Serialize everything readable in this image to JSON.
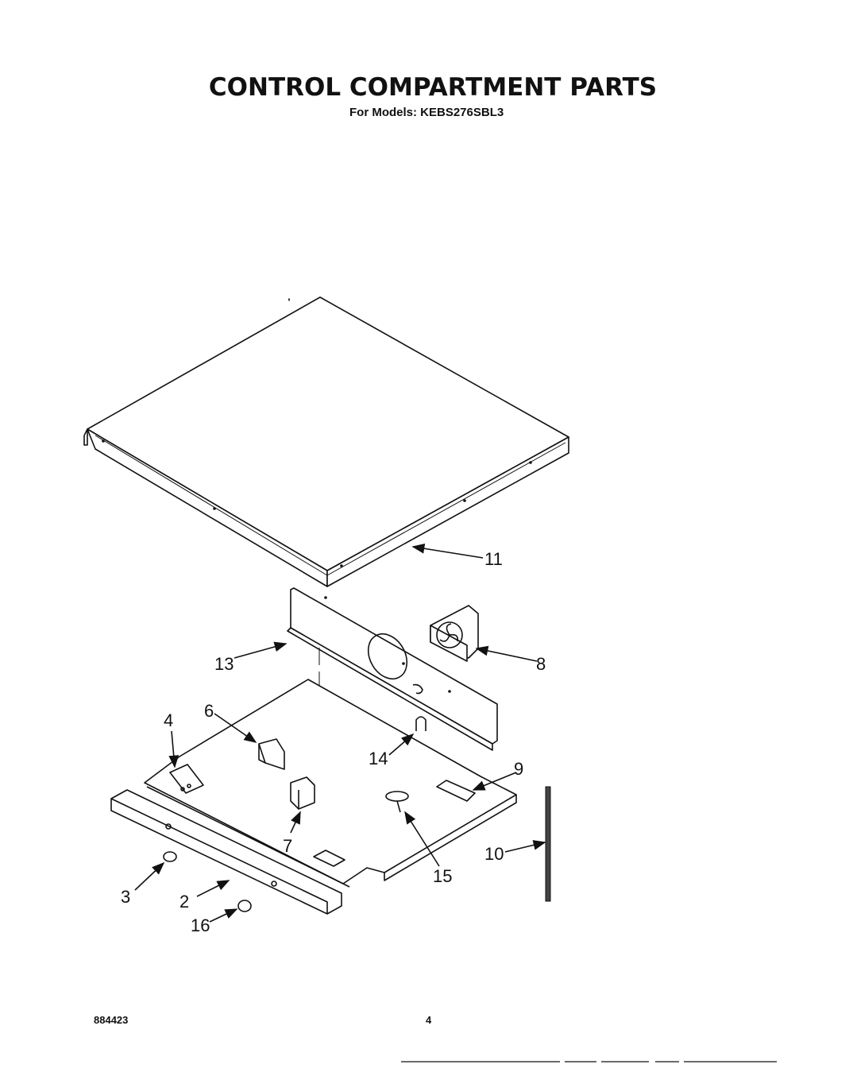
{
  "header": {
    "title": "CONTROL COMPARTMENT PARTS",
    "subtitle": "For Models: KEBS276SBL3"
  },
  "footer": {
    "doc_number": "884423",
    "page_number": "4"
  },
  "callouts": {
    "c2": "2",
    "c3": "3",
    "c4": "4",
    "c6": "6",
    "c7": "7",
    "c8": "8",
    "c9": "9",
    "c10": "10",
    "c11": "11",
    "c13": "13",
    "c14": "14",
    "c15": "15",
    "c16": "16"
  }
}
